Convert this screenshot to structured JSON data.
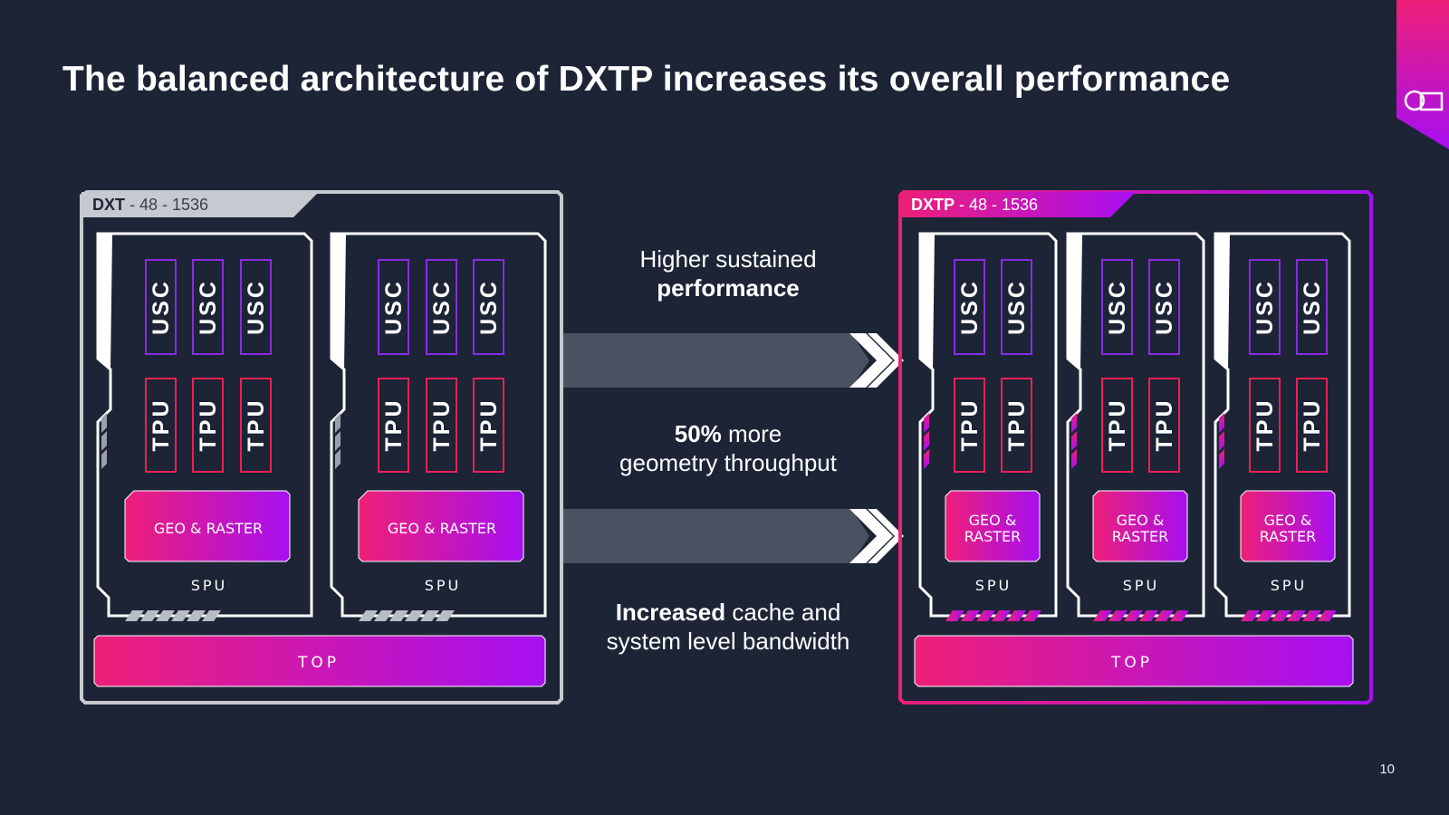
{
  "slide": {
    "title": "The balanced architecture of DXTP increases its overall performance",
    "page_number": "10"
  },
  "left_panel": {
    "name": "DXT",
    "spec": " - 48 - 1536",
    "border_color": "#c6c9cf",
    "usc_label": "USC",
    "tpu_label": "TPU",
    "geo_label": "GEO & RASTER",
    "spu_label": "SPU",
    "top_label": "TOP"
  },
  "right_panel": {
    "name": "DXTP",
    "spec": " - 48 - 1536",
    "usc_label": "USC",
    "tpu_label": "TPU",
    "geo_label_line1": "GEO &",
    "geo_label_line2": "RASTER",
    "spu_label": "SPU",
    "top_label": "TOP"
  },
  "benefits": {
    "b1": {
      "line1": "Higher sustained",
      "bold": "performance"
    },
    "b2": {
      "bold": "50%",
      "rest": " more",
      "line2": "geometry throughput"
    },
    "b3": {
      "bold": "Increased",
      "rest": " cache and",
      "line2": "system level bandwidth"
    }
  },
  "colors": {
    "background": "#1c2436",
    "pink": "#ee1f77",
    "purple": "#a60ff2",
    "arrow_gray": "#4a5262"
  }
}
